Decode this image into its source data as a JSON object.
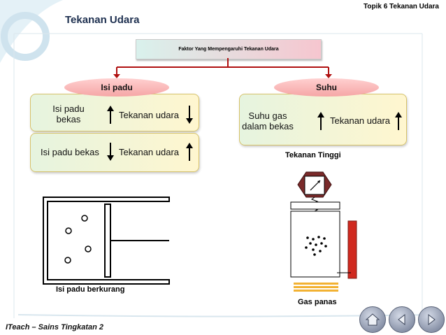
{
  "header": {
    "topic": "Topik 6 Tekanan Udara",
    "title": "Tekanan Udara"
  },
  "diagram": {
    "factor_label": "Faktor Yang Mempengaruhi Tekanan Udara",
    "left_branch": {
      "heading": "Isi padu",
      "row1": {
        "cause": "Isi padu bekas",
        "effect": "Tekanan udara"
      },
      "row2": {
        "cause": "Isi padu bekas",
        "effect": "Tekanan udara"
      },
      "caption": "Isi padu berkurang"
    },
    "right_branch": {
      "heading": "Suhu",
      "row1": {
        "cause": "Suhu gas dalam bekas",
        "effect": "Tekanan udara"
      },
      "pressure_label": "Tekanan Tinggi",
      "caption": "Gas panas"
    }
  },
  "footer": {
    "credit": "ITeach – Sains Tingkatan 2"
  },
  "colors": {
    "title": "#1d2f4f",
    "thermometer": "#d0291f",
    "flame": "#f2b233",
    "gauge": "#7a2a2a"
  }
}
